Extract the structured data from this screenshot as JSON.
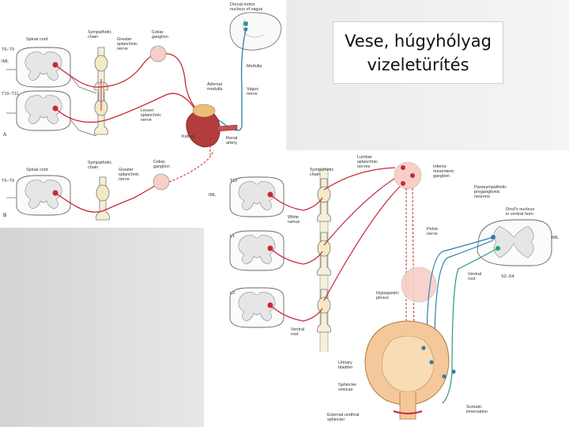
{
  "slide": {
    "title_line1": "Vese, húgyhólyag",
    "title_line2": "vizeletürítés"
  },
  "panel_a": {
    "spinal_cord": "Spinal cord",
    "sympathetic_chain": "Sympathetic\nchain",
    "greater_splanchnic": "Greater\nsplanchnic\nnerve",
    "celiac_ganglion": "Celiac\nganglion",
    "dorsal_motor_nucleus": "Dorsal motor\nnucleus of vagus",
    "medulla": "Medulla",
    "iml": "IML",
    "t6_t9": "T6–T9",
    "t10_t11": "T10–T11",
    "lesser_splanchnic": "Lesser\nsplanchnic\nnerve",
    "adrenal_medulla": "Adrenal\nmedulla",
    "vagus_nerve": "Vagus\nnerve",
    "kidney": "Kidney",
    "renal_artery": "Renal\nartery",
    "label_a": "A"
  },
  "panel_b": {
    "spinal_cord": "Spinal cord",
    "sympathetic_chain": "Sympathetic\nchain",
    "greater_splanchnic": "Greater\nsplanchnic\nnerve",
    "celiac_ganglion": "Celiac\nganglion",
    "t6_t9": "T6–T9",
    "label_b": "B"
  },
  "panel_c": {
    "lumbar_splanchnic": "Lumbar\nsplanchnic\nnerves",
    "inferior_mesenteric": "Inferior\nmesenteric\nganglion",
    "sympathetic_chain": "Sympathetic\nchain",
    "t12": "T12",
    "iml_left": "IML",
    "white_ramus": "White\nramus",
    "l1": "L1",
    "l2": "L2",
    "ventral_root_left": "Ventral\nroot",
    "hypogastric_plexus": "Hypogastric\nplexus",
    "parasympathetic": "Parasympathetic\npreganglionic\nneurons",
    "onufs_nucleus": "Onuf's nucleus\nin ventral horn",
    "pelvic_nerve": "Pelvic\nnerve",
    "iml_right": "IML",
    "ventral_root_right": "Ventral\nroot",
    "s2_s4": "S2–S4",
    "urinary_bladder": "Urinary\nbladder",
    "sphincter_vesicae": "Sphincter\nvesicae",
    "somatic_innervation": "Somatic\ninnervation",
    "external_urethral": "External urethral\nsphincter"
  },
  "colors": {
    "sympathetic": "#c8283a",
    "parasympathetic": "#2a7fb0",
    "somatic": "#2a9a7a",
    "spinal_gray": "#ececec",
    "cord_white": "#fbfbfb",
    "chain_fill": "#f6f0d8",
    "ganglion_fill": "#f8cfc6",
    "bladder_fill": "#f4c89a"
  }
}
